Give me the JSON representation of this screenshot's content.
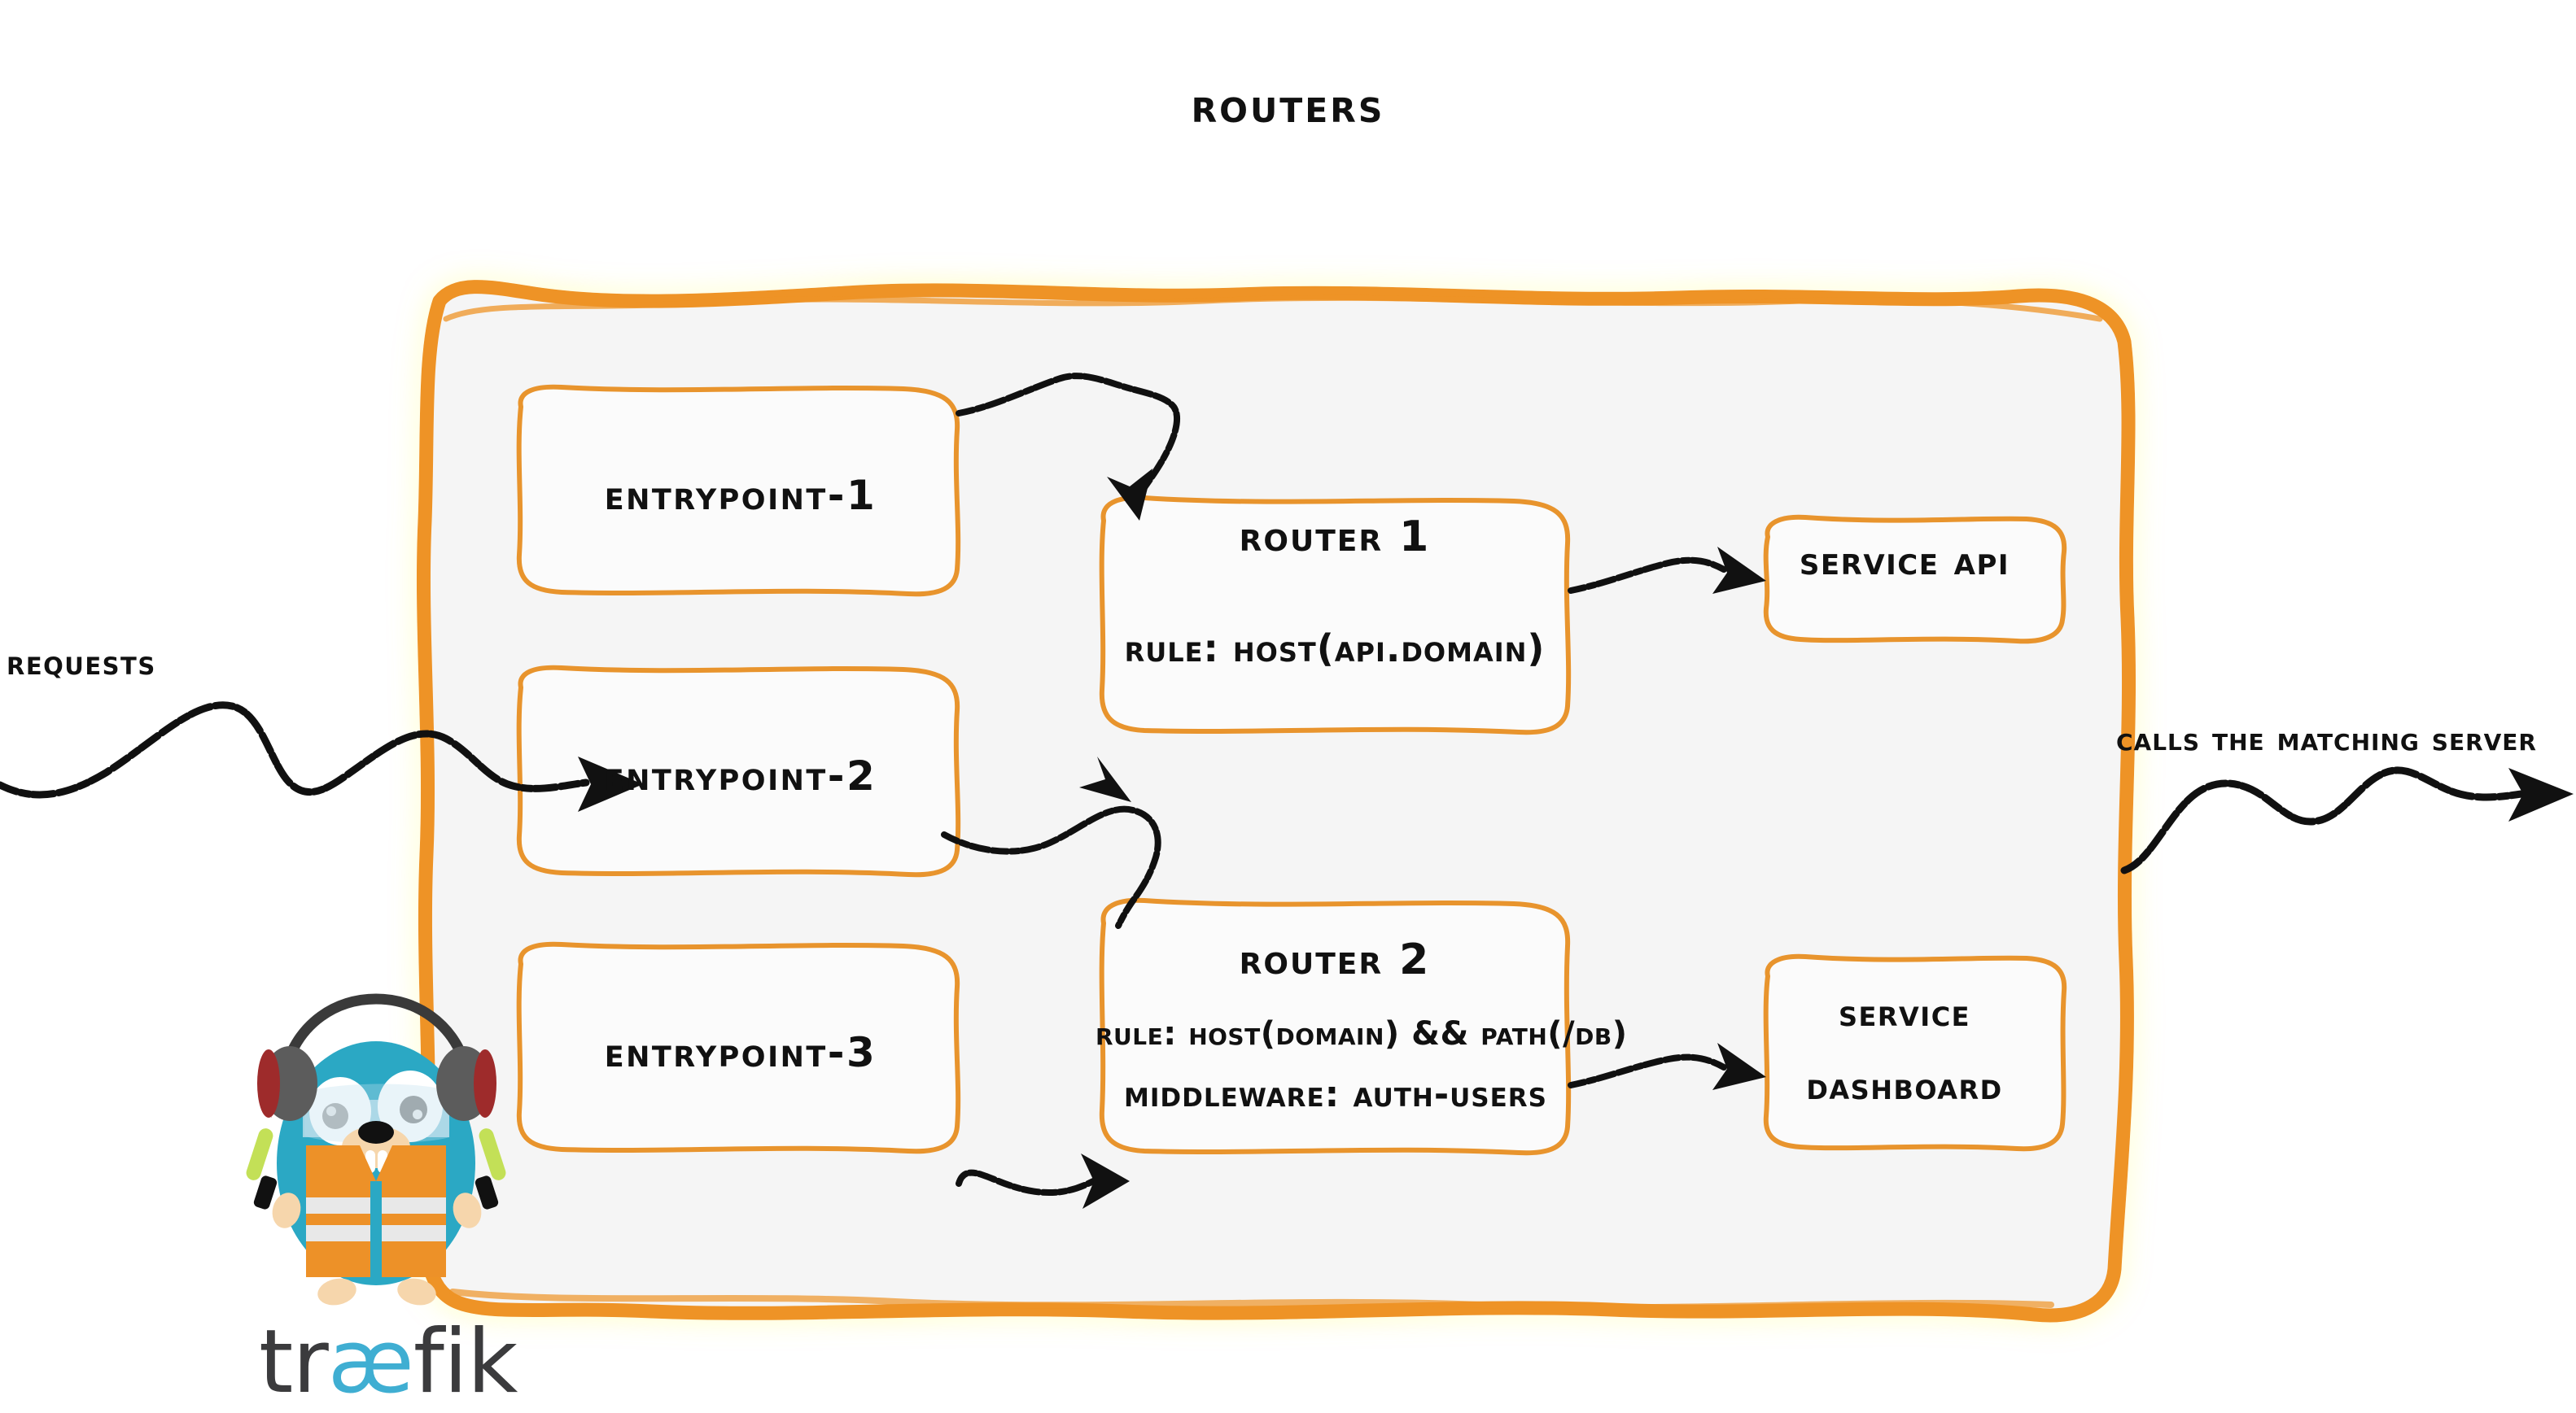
{
  "diagram": {
    "title": "Routers",
    "domain_type": "traefik-routing-architecture"
  },
  "labels": {
    "requests": "Requests",
    "calls_matching_server": "Calls the matching server"
  },
  "entrypoints": [
    {
      "id": "entrypoint-1",
      "label": "entrypoint-1"
    },
    {
      "id": "entrypoint-2",
      "label": "entrypoint-2"
    },
    {
      "id": "entrypoint-3",
      "label": "entrypoint-3"
    }
  ],
  "routers": [
    {
      "id": "router-1",
      "title": "Router 1",
      "rule": "rule: Host(api.domain)"
    },
    {
      "id": "router-2",
      "title": "Router 2",
      "rule": "rule: Host(domain) && Path(/db)",
      "middleware": "Middleware: auth-users"
    }
  ],
  "services": [
    {
      "id": "service-api",
      "line1": "Service API"
    },
    {
      "id": "service-dashboard",
      "line1": "Service",
      "line2": "Dashboard"
    }
  ],
  "logo": {
    "word_part1": "tr",
    "word_ae": "æ",
    "word_part2": "fik",
    "mascot": "traefik-gopher-mascot"
  },
  "colors": {
    "accent_orange": "#ee9325",
    "panel_fill": "#f5f5f5",
    "ink_black": "#111111",
    "logo_text": "#3b3b3d",
    "logo_ae_cyan": "#3faed2",
    "gopher_body_cyan": "#2ba8c4",
    "gopher_vest_orange": "#ed9128",
    "gopher_vest_stripe": "#e8e8e8",
    "gopher_headphone_gray": "#5c5c5c",
    "gopher_headphone_red": "#9e2b2b",
    "gopher_wand_green": "#c3e057",
    "gopher_muzzle_tan": "#f6d6ac"
  }
}
